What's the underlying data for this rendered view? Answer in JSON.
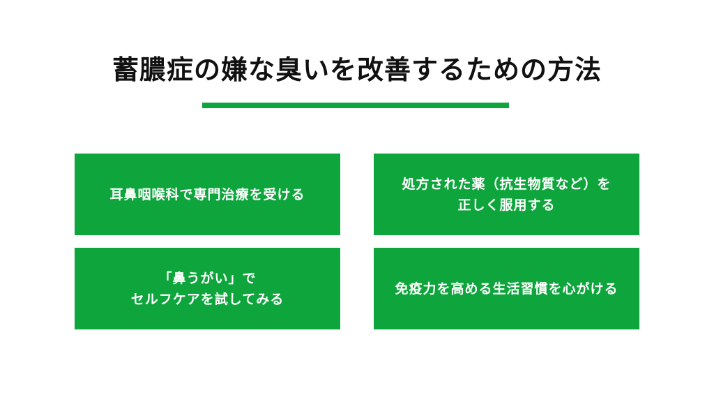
{
  "title": "蓄膿症の嫌な臭いを改善するための方法",
  "accent_color": "#0ea53c",
  "cards": [
    {
      "lines": [
        "耳鼻咽喉科で専門治療を受ける"
      ]
    },
    {
      "lines": [
        "処方された薬（抗生物質など）を",
        "正しく服用する"
      ]
    },
    {
      "lines": [
        "「鼻うがい」で",
        "セルフケアを試してみる"
      ]
    },
    {
      "lines": [
        "免疫力を高める生活習慣を心がける"
      ]
    }
  ]
}
